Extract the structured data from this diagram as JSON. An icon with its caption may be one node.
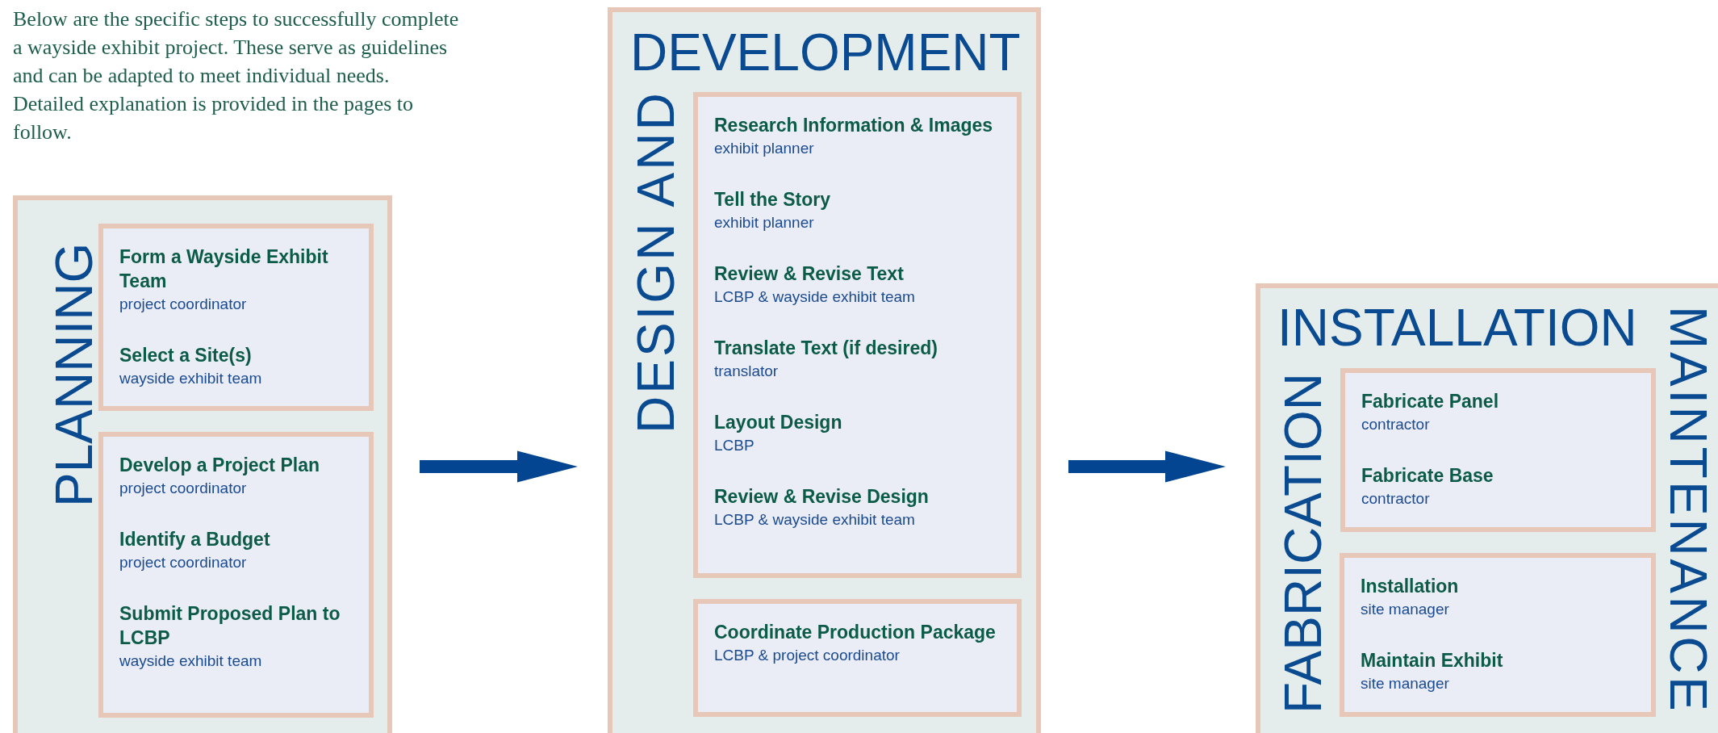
{
  "diagram": {
    "nodes": [
      {
        "text": [
          "PLANNING"
        ]
      },
      {
        "text": [
          "Form a Wayside Exhibit Team",
          "project coordinator",
          "Select a Site(s)",
          "wayside exhibit team"
        ],
        "in": 0
      },
      {
        "text": [
          "Develop a Project Plan",
          "project coordinator",
          "Identify a Budget",
          "project coordinator",
          "Submit Proposed Plan to LCBP",
          "wayside exhibit team"
        ],
        "in": 0
      },
      {
        "text": [
          "DESIGN AND",
          "DEVELOPMENT"
        ]
      },
      {
        "text": [
          "Research Information & Images",
          "exhibit planner",
          "Tell the Story",
          "exhibit planner",
          "Review & Revise Text",
          "LCBP & wayside exhibit team",
          "Translate Text (if desired)",
          "translator",
          "Layout Design",
          "LCBP",
          "Review & Revise Design",
          "LCBP & wayside exhibit team"
        ],
        "in": 3
      },
      {
        "text": [
          "Coordinate Production Package",
          "LCBP & project coordinator"
        ],
        "in": 3
      },
      {
        "text": [
          "FABRICATION",
          "INSTALLATION",
          "MAINTENANCE"
        ]
      },
      {
        "text": [
          "Fabricate Panel",
          "contractor",
          "Fabricate Base",
          "contractor"
        ],
        "in": 6
      },
      {
        "text": [
          "Installation",
          "site manager",
          "Maintain Exhibit",
          "site manager"
        ],
        "in": 6
      }
    ],
    "edges": [
      {
        "from": 0,
        "to": 3,
        "arrow": "to"
      },
      {
        "from": 3,
        "to": 6,
        "arrow": "to"
      }
    ],
    "labels": [
      "Below are the specific steps to successfully complete a wayside exhibit project. These serve as guidelines and can be adapted to meet individual needs. Detailed explanation is provided in the pages to follow."
    ]
  }
}
